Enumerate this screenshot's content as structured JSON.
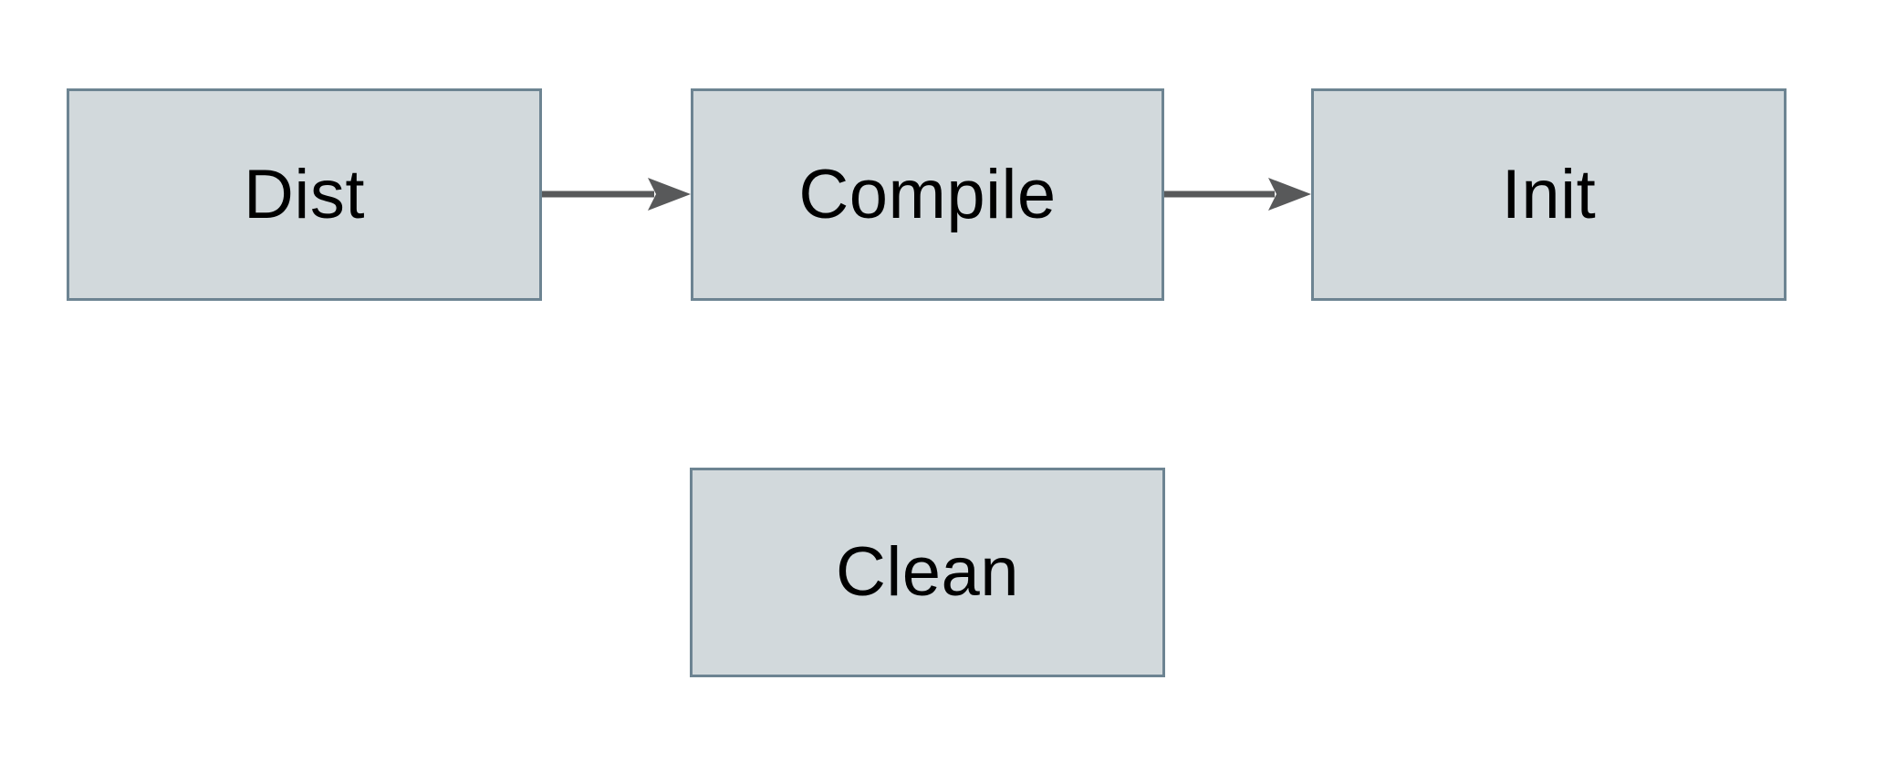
{
  "diagram": {
    "type": "flowchart",
    "nodes": [
      {
        "id": "dist",
        "label": "Dist"
      },
      {
        "id": "compile",
        "label": "Compile"
      },
      {
        "id": "init",
        "label": "Init"
      },
      {
        "id": "clean",
        "label": "Clean"
      }
    ],
    "edges": [
      {
        "from": "Dist",
        "to": "Compile",
        "direction": "right",
        "style": "solid-arrow"
      },
      {
        "from": "Compile",
        "to": "Init",
        "direction": "right",
        "style": "solid-arrow"
      }
    ],
    "colors": {
      "canvas_bg": "#ffffff",
      "node_fill": "#d2d9dc",
      "node_border": "#6d8492",
      "arrow_color": "#58595a",
      "text_color": "#000000"
    }
  }
}
